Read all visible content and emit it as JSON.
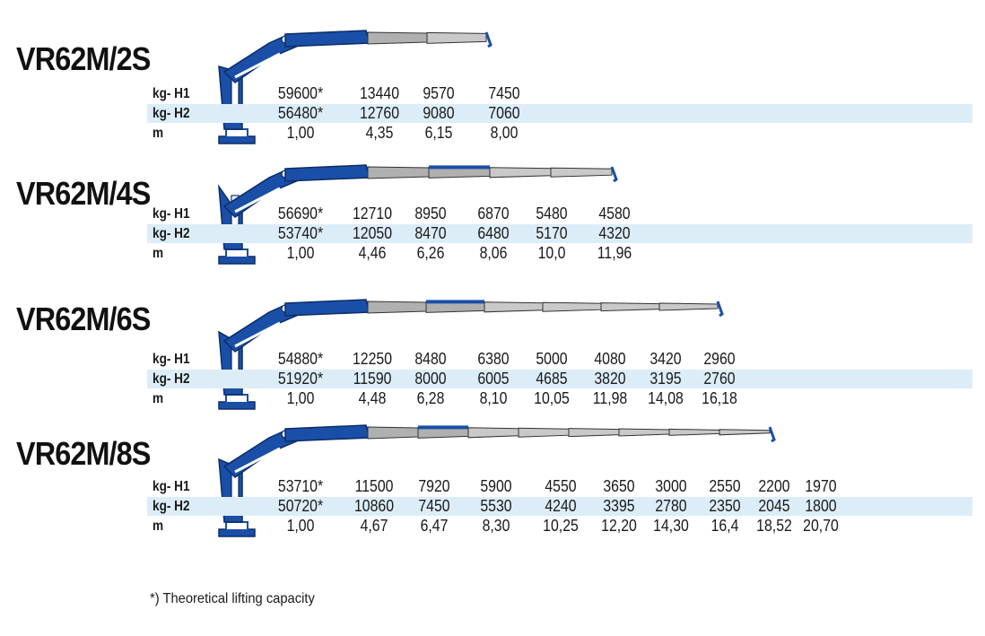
{
  "row_labels": {
    "h1": "kg- H1",
    "h2": "kg- H2",
    "m": "m"
  },
  "models": [
    {
      "name": "VR62M/2S",
      "boom_sections": 2,
      "h1": [
        "59600*",
        "13440",
        "9570",
        "7450"
      ],
      "h2": [
        "56480*",
        "12760",
        "9080",
        "7060"
      ],
      "m": [
        "1,00",
        "4,35",
        "6,15",
        "8,00"
      ]
    },
    {
      "name": "VR62M/4S",
      "boom_sections": 4,
      "h1": [
        "56690*",
        "12710",
        "8950",
        "6870",
        "5480",
        "4580"
      ],
      "h2": [
        "53740*",
        "12050",
        "8470",
        "6480",
        "5170",
        "4320"
      ],
      "m": [
        "1,00",
        "4,46",
        "6,26",
        "8,06",
        "10,0",
        "11,96"
      ]
    },
    {
      "name": "VR62M/6S",
      "boom_sections": 6,
      "h1": [
        "54880*",
        "12250",
        "8480",
        "6380",
        "5000",
        "4080",
        "3420",
        "2960"
      ],
      "h2": [
        "51920*",
        "11590",
        "8000",
        "6005",
        "4685",
        "3820",
        "3195",
        "2760"
      ],
      "m": [
        "1,00",
        "4,48",
        "6,28",
        "8,10",
        "10,05",
        "11,98",
        "14,08",
        "16,18"
      ]
    },
    {
      "name": "VR62M/8S",
      "boom_sections": 8,
      "h1": [
        "53710*",
        "11500",
        "7920",
        "5900",
        "4550",
        "3650",
        "3000",
        "2550",
        "2200",
        "1970"
      ],
      "h2": [
        "50720*",
        "10860",
        "7450",
        "5530",
        "4240",
        "3395",
        "2780",
        "2350",
        "2045",
        "1800"
      ],
      "m": [
        "1,00",
        "4,67",
        "6,47",
        "8,30",
        "10,25",
        "12,20",
        "14,30",
        "16,4",
        "18,52",
        "20,70"
      ]
    }
  ],
  "footnote": "*) Theoretical lifting capacity",
  "colors": {
    "crane_blue": "#1a4fa8",
    "boom_grey": "#c9c9c9",
    "highlight_row": "#dcedf8"
  }
}
